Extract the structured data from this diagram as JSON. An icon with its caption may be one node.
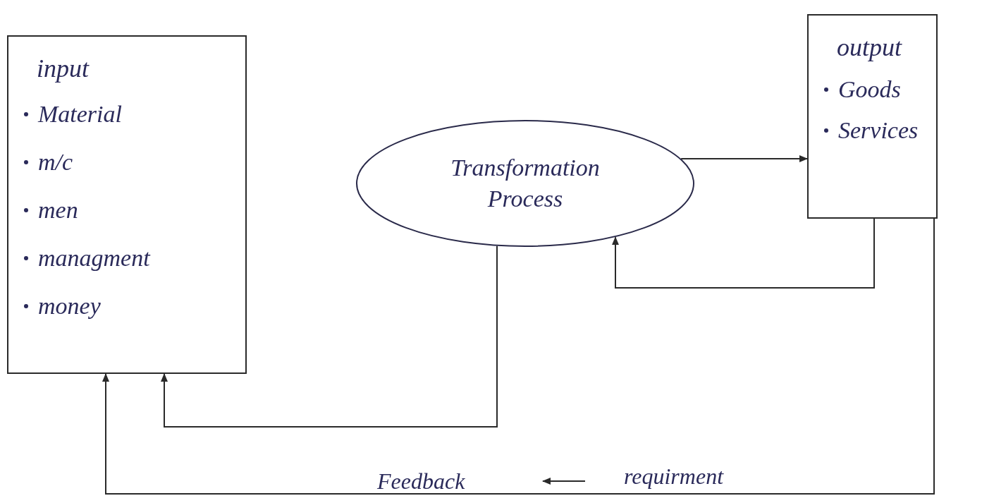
{
  "diagram": {
    "nodes": [
      {
        "text": [
          "input",
          "Material",
          "m/c",
          "men",
          "managment",
          "money"
        ]
      },
      {
        "text": [
          "Transformation Process"
        ]
      },
      {
        "text": [
          "output",
          "Goods",
          "Services"
        ]
      }
    ],
    "edges": [
      {
        "from": 1,
        "to": 2,
        "arrow": "to"
      },
      {
        "from": 2,
        "to": 1,
        "arrow": "to"
      },
      {
        "from": 1,
        "to": 0,
        "arrow": "to"
      },
      {
        "from": 2,
        "to": 0,
        "arrow": "to"
      }
    ],
    "labels": [
      "Feedback",
      "requirment"
    ]
  }
}
